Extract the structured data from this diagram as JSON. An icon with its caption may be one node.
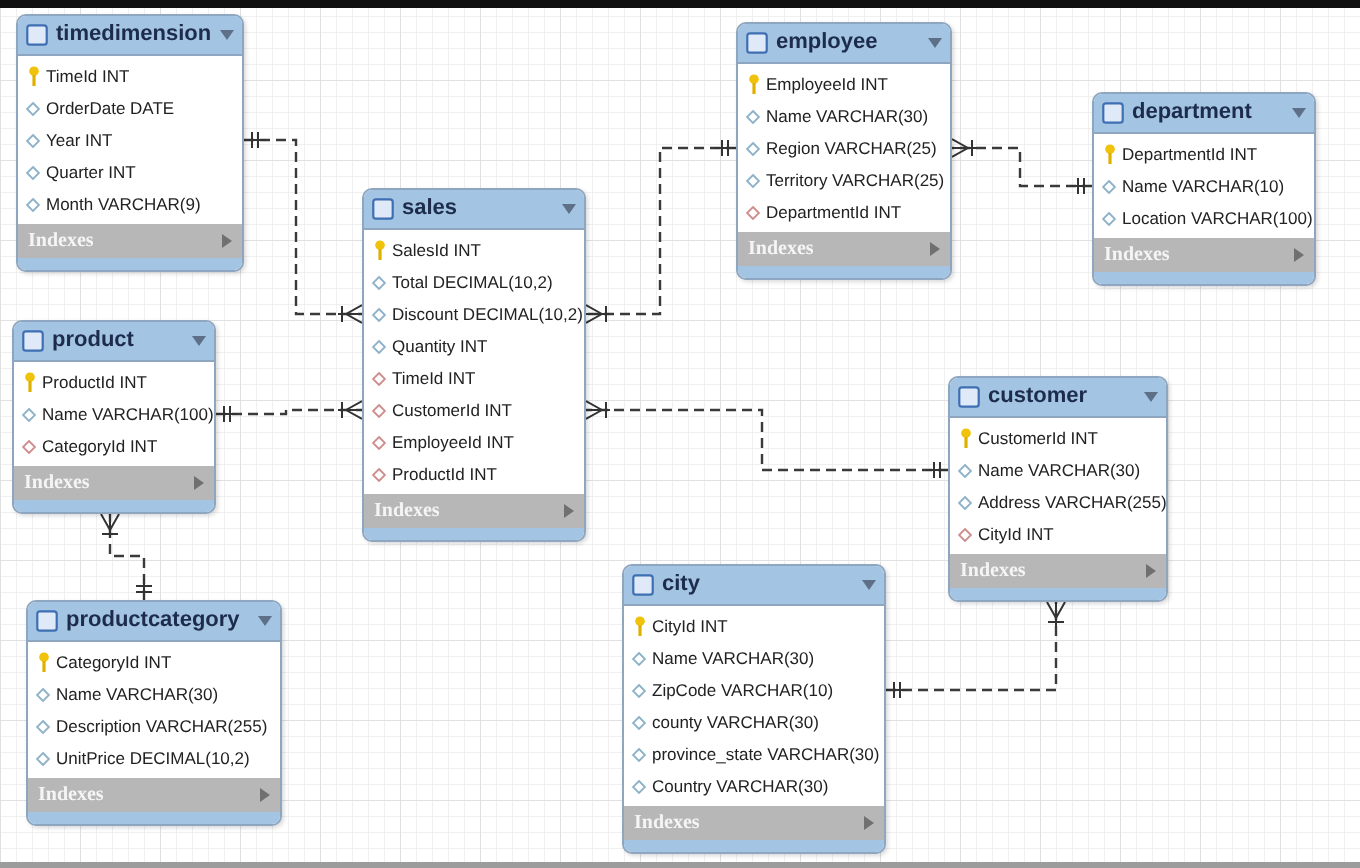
{
  "diagram": {
    "nodes": [
      {
        "text": [
          "timedimension",
          "TimeId INT",
          "OrderDate DATE",
          "Year INT",
          "Quarter INT",
          "Month VARCHAR(9)",
          "Indexes"
        ]
      },
      {
        "text": [
          "employee",
          "EmployeeId INT",
          "Name VARCHAR(30)",
          "Region VARCHAR(25)",
          "Territory VARCHAR(25)",
          "DepartmentId INT",
          "Indexes"
        ]
      },
      {
        "text": [
          "department",
          "DepartmentId INT",
          "Name VARCHAR(10)",
          "Location VARCHAR(100)",
          "Indexes"
        ]
      },
      {
        "text": [
          "sales",
          "SalesId INT",
          "Total DECIMAL(10,2)",
          "Discount DECIMAL(10,2)",
          "Quantity INT",
          "TimeId INT",
          "CustomerId INT",
          "EmployeeId INT",
          "ProductId INT",
          "Indexes"
        ]
      },
      {
        "text": [
          "product",
          "ProductId INT",
          "Name VARCHAR(100)",
          "CategoryId INT",
          "Indexes"
        ]
      },
      {
        "text": [
          "customer",
          "CustomerId INT",
          "Name VARCHAR(30)",
          "Address VARCHAR(255)",
          "CityId INT",
          "Indexes"
        ]
      },
      {
        "text": [
          "productcategory",
          "CategoryId INT",
          "Name VARCHAR(30)",
          "Description VARCHAR(255)",
          "UnitPrice DECIMAL(10,2)",
          "Indexes"
        ]
      },
      {
        "text": [
          "city",
          "CityId INT",
          "Name VARCHAR(30)",
          "ZipCode VARCHAR(10)",
          "county VARCHAR(30)",
          "province_state VARCHAR(30)",
          "Country VARCHAR(30)",
          "Indexes"
        ]
      }
    ],
    "edges": [
      {
        "from": 0,
        "to": 3,
        "arrow": "other",
        "style": "dashed"
      },
      {
        "from": 1,
        "to": 3,
        "arrow": "other",
        "style": "dashed"
      },
      {
        "from": 2,
        "to": 1,
        "arrow": "other",
        "style": "dashed"
      },
      {
        "from": 4,
        "to": 3,
        "arrow": "other",
        "style": "dashed"
      },
      {
        "from": 5,
        "to": 3,
        "arrow": "other",
        "style": "dashed"
      },
      {
        "from": 6,
        "to": 4,
        "arrow": "other",
        "style": "dashed"
      },
      {
        "from": 7,
        "to": 5,
        "arrow": "other",
        "style": "dashed"
      }
    ]
  }
}
